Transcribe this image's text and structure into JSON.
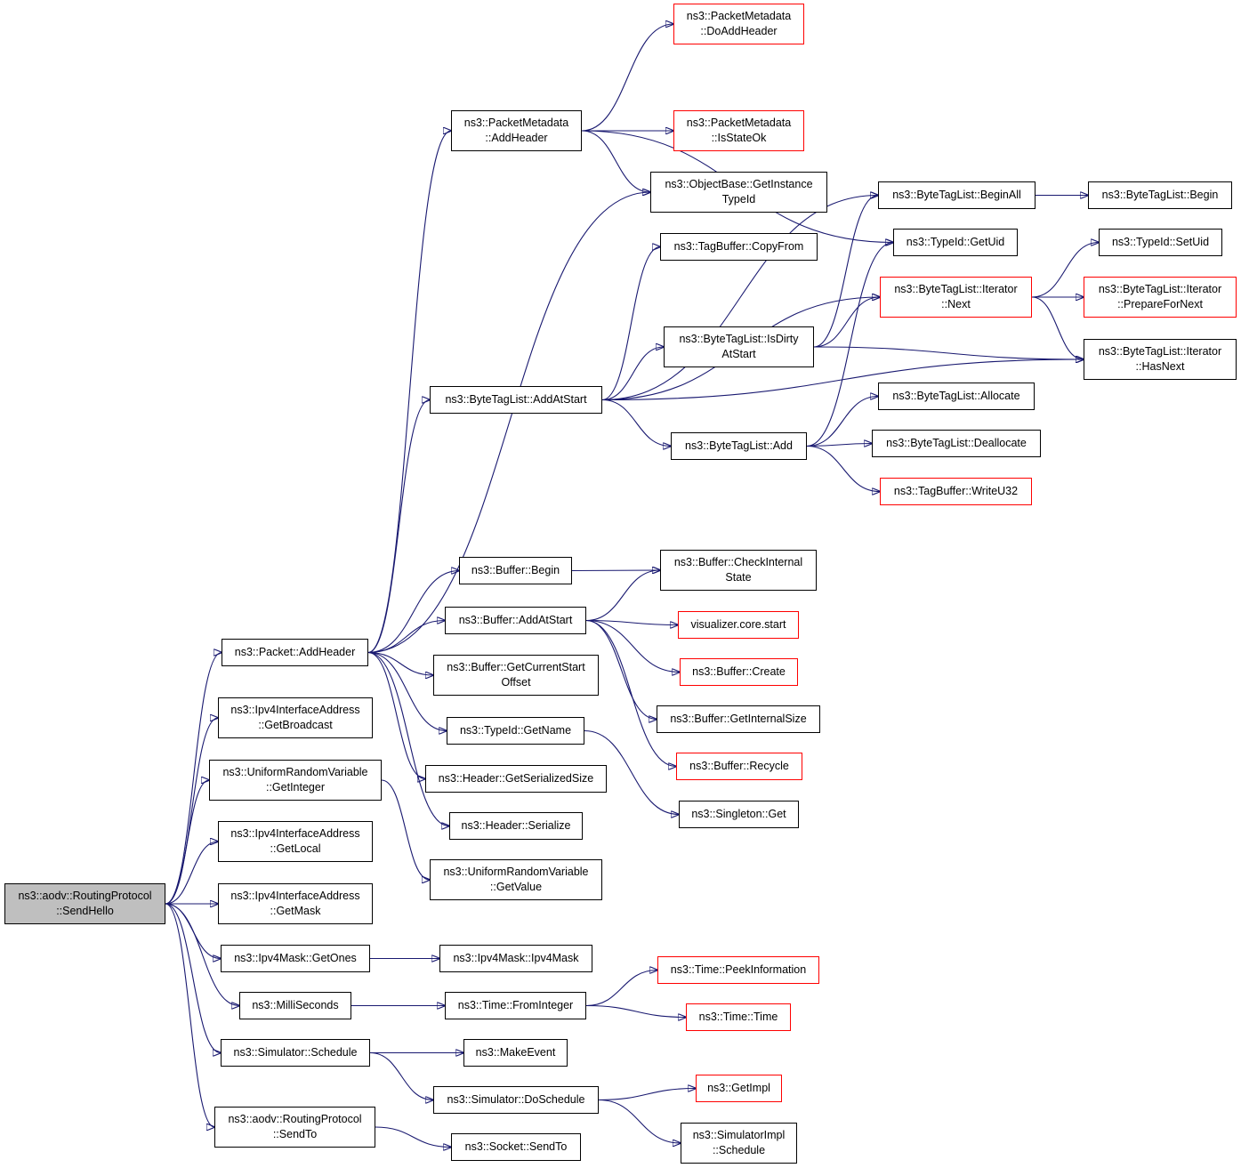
{
  "colors": {
    "edge": "#191970",
    "node_border": "#000000",
    "truncated_border": "#ff0000",
    "root_fill": "#bfbfbf",
    "node_fill": "#ffffff"
  },
  "nodes": {
    "sendhello": [
      "ns3::aodv::RoutingProtocol",
      "::SendHello"
    ],
    "pkt_addheader": [
      "ns3::Packet::AddHeader"
    ],
    "ipv4ia_getbroadcast": [
      "ns3::Ipv4InterfaceAddress",
      "::GetBroadcast"
    ],
    "urv_getinteger": [
      "ns3::UniformRandomVariable",
      "::GetInteger"
    ],
    "ipv4ia_getlocal": [
      "ns3::Ipv4InterfaceAddress",
      "::GetLocal"
    ],
    "ipv4ia_getmask": [
      "ns3::Ipv4InterfaceAddress",
      "::GetMask"
    ],
    "ipv4mask_getones": [
      "ns3::Ipv4Mask::GetOnes"
    ],
    "milliseconds": [
      "ns3::MilliSeconds"
    ],
    "sim_schedule": [
      "ns3::Simulator::Schedule"
    ],
    "rp_sendto": [
      "ns3::aodv::RoutingProtocol",
      "::SendTo"
    ],
    "pm_addheader": [
      "ns3::PacketMetadata",
      "::AddHeader"
    ],
    "btl_addatstart": [
      "ns3::ByteTagList::AddAtStart"
    ],
    "buf_begin": [
      "ns3::Buffer::Begin"
    ],
    "buf_addatstart": [
      "ns3::Buffer::AddAtStart"
    ],
    "buf_getcurrentstartoffset": [
      "ns3::Buffer::GetCurrentStart",
      "Offset"
    ],
    "typeid_getname": [
      "ns3::TypeId::GetName"
    ],
    "header_getserializedsize": [
      "ns3::Header::GetSerializedSize"
    ],
    "header_serialize": [
      "ns3::Header::Serialize"
    ],
    "urv_getvalue": [
      "ns3::UniformRandomVariable",
      "::GetValue"
    ],
    "ipv4mask_ipv4mask": [
      "ns3::Ipv4Mask::Ipv4Mask"
    ],
    "time_frominteger": [
      "ns3::Time::FromInteger"
    ],
    "makeevent": [
      "ns3::MakeEvent"
    ],
    "sim_doschedule": [
      "ns3::Simulator::DoSchedule"
    ],
    "socket_sendto": [
      "ns3::Socket::SendTo"
    ],
    "pm_doaddheader": [
      "ns3::PacketMetadata",
      "::DoAddHeader"
    ],
    "pm_isstateok": [
      "ns3::PacketMetadata",
      "::IsStateOk"
    ],
    "objbase_getinstancetypeid": [
      "ns3::ObjectBase::GetInstance",
      "TypeId"
    ],
    "tagbuffer_copyfrom": [
      "ns3::TagBuffer::CopyFrom"
    ],
    "btl_isdirtyatstart": [
      "ns3::ByteTagList::IsDirty",
      "AtStart"
    ],
    "btl_add": [
      "ns3::ByteTagList::Add"
    ],
    "buf_checkinternalstate": [
      "ns3::Buffer::CheckInternal",
      "State"
    ],
    "viz_start": [
      "visualizer.core.start"
    ],
    "buf_create": [
      "ns3::Buffer::Create"
    ],
    "buf_getinternalsize": [
      "ns3::Buffer::GetInternalSize"
    ],
    "buf_recycle": [
      "ns3::Buffer::Recycle"
    ],
    "singleton_get": [
      "ns3::Singleton::Get"
    ],
    "time_peekinformation": [
      "ns3::Time::PeekInformation"
    ],
    "time_time": [
      "ns3::Time::Time"
    ],
    "getimpl": [
      "ns3::GetImpl"
    ],
    "simimpl_schedule": [
      "ns3::SimulatorImpl",
      "::Schedule"
    ],
    "btl_beginall": [
      "ns3::ByteTagList::BeginAll"
    ],
    "typeid_getuid": [
      "ns3::TypeId::GetUid"
    ],
    "btli_next": [
      "ns3::ByteTagList::Iterator",
      "::Next"
    ],
    "btl_allocate": [
      "ns3::ByteTagList::Allocate"
    ],
    "btl_deallocate": [
      "ns3::ByteTagList::Deallocate"
    ],
    "tagbuffer_writeu32": [
      "ns3::TagBuffer::WriteU32"
    ],
    "btl_begin": [
      "ns3::ByteTagList::Begin"
    ],
    "typeid_setuid": [
      "ns3::TypeId::SetUid"
    ],
    "btli_preparefornext": [
      "ns3::ByteTagList::Iterator",
      "::PrepareForNext"
    ],
    "btli_hasnext": [
      "ns3::ByteTagList::Iterator",
      "::HasNext"
    ]
  },
  "truncated_nodes": [
    "pm_doaddheader",
    "pm_isstateok",
    "btli_next",
    "btli_preparefornext",
    "tagbuffer_writeu32",
    "viz_start",
    "buf_create",
    "buf_recycle",
    "time_peekinformation",
    "time_time",
    "getimpl"
  ],
  "root_node": "sendhello",
  "edges": [
    [
      "sendhello",
      "pkt_addheader"
    ],
    [
      "sendhello",
      "ipv4ia_getbroadcast"
    ],
    [
      "sendhello",
      "urv_getinteger"
    ],
    [
      "sendhello",
      "ipv4ia_getlocal"
    ],
    [
      "sendhello",
      "ipv4ia_getmask"
    ],
    [
      "sendhello",
      "ipv4mask_getones"
    ],
    [
      "sendhello",
      "milliseconds"
    ],
    [
      "sendhello",
      "sim_schedule"
    ],
    [
      "sendhello",
      "rp_sendto"
    ],
    [
      "pkt_addheader",
      "pm_addheader"
    ],
    [
      "pkt_addheader",
      "objbase_getinstancetypeid"
    ],
    [
      "pkt_addheader",
      "btl_addatstart"
    ],
    [
      "pkt_addheader",
      "buf_begin"
    ],
    [
      "pkt_addheader",
      "buf_addatstart"
    ],
    [
      "pkt_addheader",
      "buf_getcurrentstartoffset"
    ],
    [
      "pkt_addheader",
      "typeid_getname"
    ],
    [
      "pkt_addheader",
      "header_getserializedsize"
    ],
    [
      "pkt_addheader",
      "header_serialize"
    ],
    [
      "urv_getinteger",
      "urv_getvalue"
    ],
    [
      "ipv4mask_getones",
      "ipv4mask_ipv4mask"
    ],
    [
      "milliseconds",
      "time_frominteger"
    ],
    [
      "sim_schedule",
      "makeevent"
    ],
    [
      "sim_schedule",
      "sim_doschedule"
    ],
    [
      "rp_sendto",
      "socket_sendto"
    ],
    [
      "pm_addheader",
      "pm_doaddheader"
    ],
    [
      "pm_addheader",
      "pm_isstateok"
    ],
    [
      "pm_addheader",
      "objbase_getinstancetypeid"
    ],
    [
      "pm_addheader",
      "typeid_getuid"
    ],
    [
      "btl_addatstart",
      "tagbuffer_copyfrom"
    ],
    [
      "btl_addatstart",
      "btl_isdirtyatstart"
    ],
    [
      "btl_addatstart",
      "btl_add"
    ],
    [
      "btl_addatstart",
      "btl_beginall"
    ],
    [
      "btl_addatstart",
      "btli_next"
    ],
    [
      "btl_addatstart",
      "btli_hasnext"
    ],
    [
      "buf_begin",
      "buf_checkinternalstate"
    ],
    [
      "buf_addatstart",
      "buf_checkinternalstate"
    ],
    [
      "buf_addatstart",
      "viz_start"
    ],
    [
      "buf_addatstart",
      "buf_create"
    ],
    [
      "buf_addatstart",
      "buf_getinternalsize"
    ],
    [
      "buf_addatstart",
      "buf_recycle"
    ],
    [
      "typeid_getname",
      "singleton_get"
    ],
    [
      "time_frominteger",
      "time_peekinformation"
    ],
    [
      "time_frominteger",
      "time_time"
    ],
    [
      "sim_doschedule",
      "getimpl"
    ],
    [
      "sim_doschedule",
      "simimpl_schedule"
    ],
    [
      "btl_isdirtyatstart",
      "btli_next"
    ],
    [
      "btl_isdirtyatstart",
      "btli_hasnext"
    ],
    [
      "btl_isdirtyatstart",
      "btl_beginall"
    ],
    [
      "btl_add",
      "btl_allocate"
    ],
    [
      "btl_add",
      "btl_deallocate"
    ],
    [
      "btl_add",
      "tagbuffer_writeu32"
    ],
    [
      "btl_add",
      "typeid_getuid"
    ],
    [
      "btl_beginall",
      "btl_begin"
    ],
    [
      "btli_next",
      "typeid_setuid"
    ],
    [
      "btli_next",
      "btli_preparefornext"
    ],
    [
      "btli_next",
      "btli_hasnext"
    ]
  ]
}
